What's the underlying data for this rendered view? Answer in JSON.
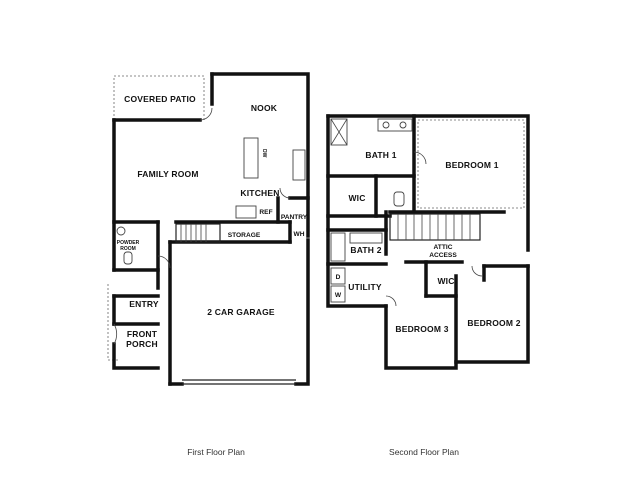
{
  "first_floor": {
    "caption": "First Floor Plan",
    "rooms": {
      "covered_patio": "COVERED PATIO",
      "nook": "NOOK",
      "family_room": "FAMILY ROOM",
      "kitchen": "KITCHEN",
      "dw": "DW",
      "ref": "REF",
      "pantry": "PANTRY",
      "wh": "WH",
      "storage": "STORAGE",
      "powder_room_1": "POWDER",
      "powder_room_2": "ROOM",
      "entry": "ENTRY",
      "front_porch_1": "FRONT",
      "front_porch_2": "PORCH",
      "garage": "2 CAR GARAGE"
    }
  },
  "second_floor": {
    "caption": "Second Floor Plan",
    "rooms": {
      "bath1": "BATH 1",
      "bedroom1": "BEDROOM 1",
      "wic_upper": "WIC",
      "bath2": "BATH 2",
      "attic_1": "ATTIC",
      "attic_2": "ACCESS",
      "utility": "UTILITY",
      "w": "W",
      "d": "D",
      "wic_lower": "WIC",
      "bedroom3": "BEDROOM 3",
      "bedroom2": "BEDROOM 2"
    }
  }
}
